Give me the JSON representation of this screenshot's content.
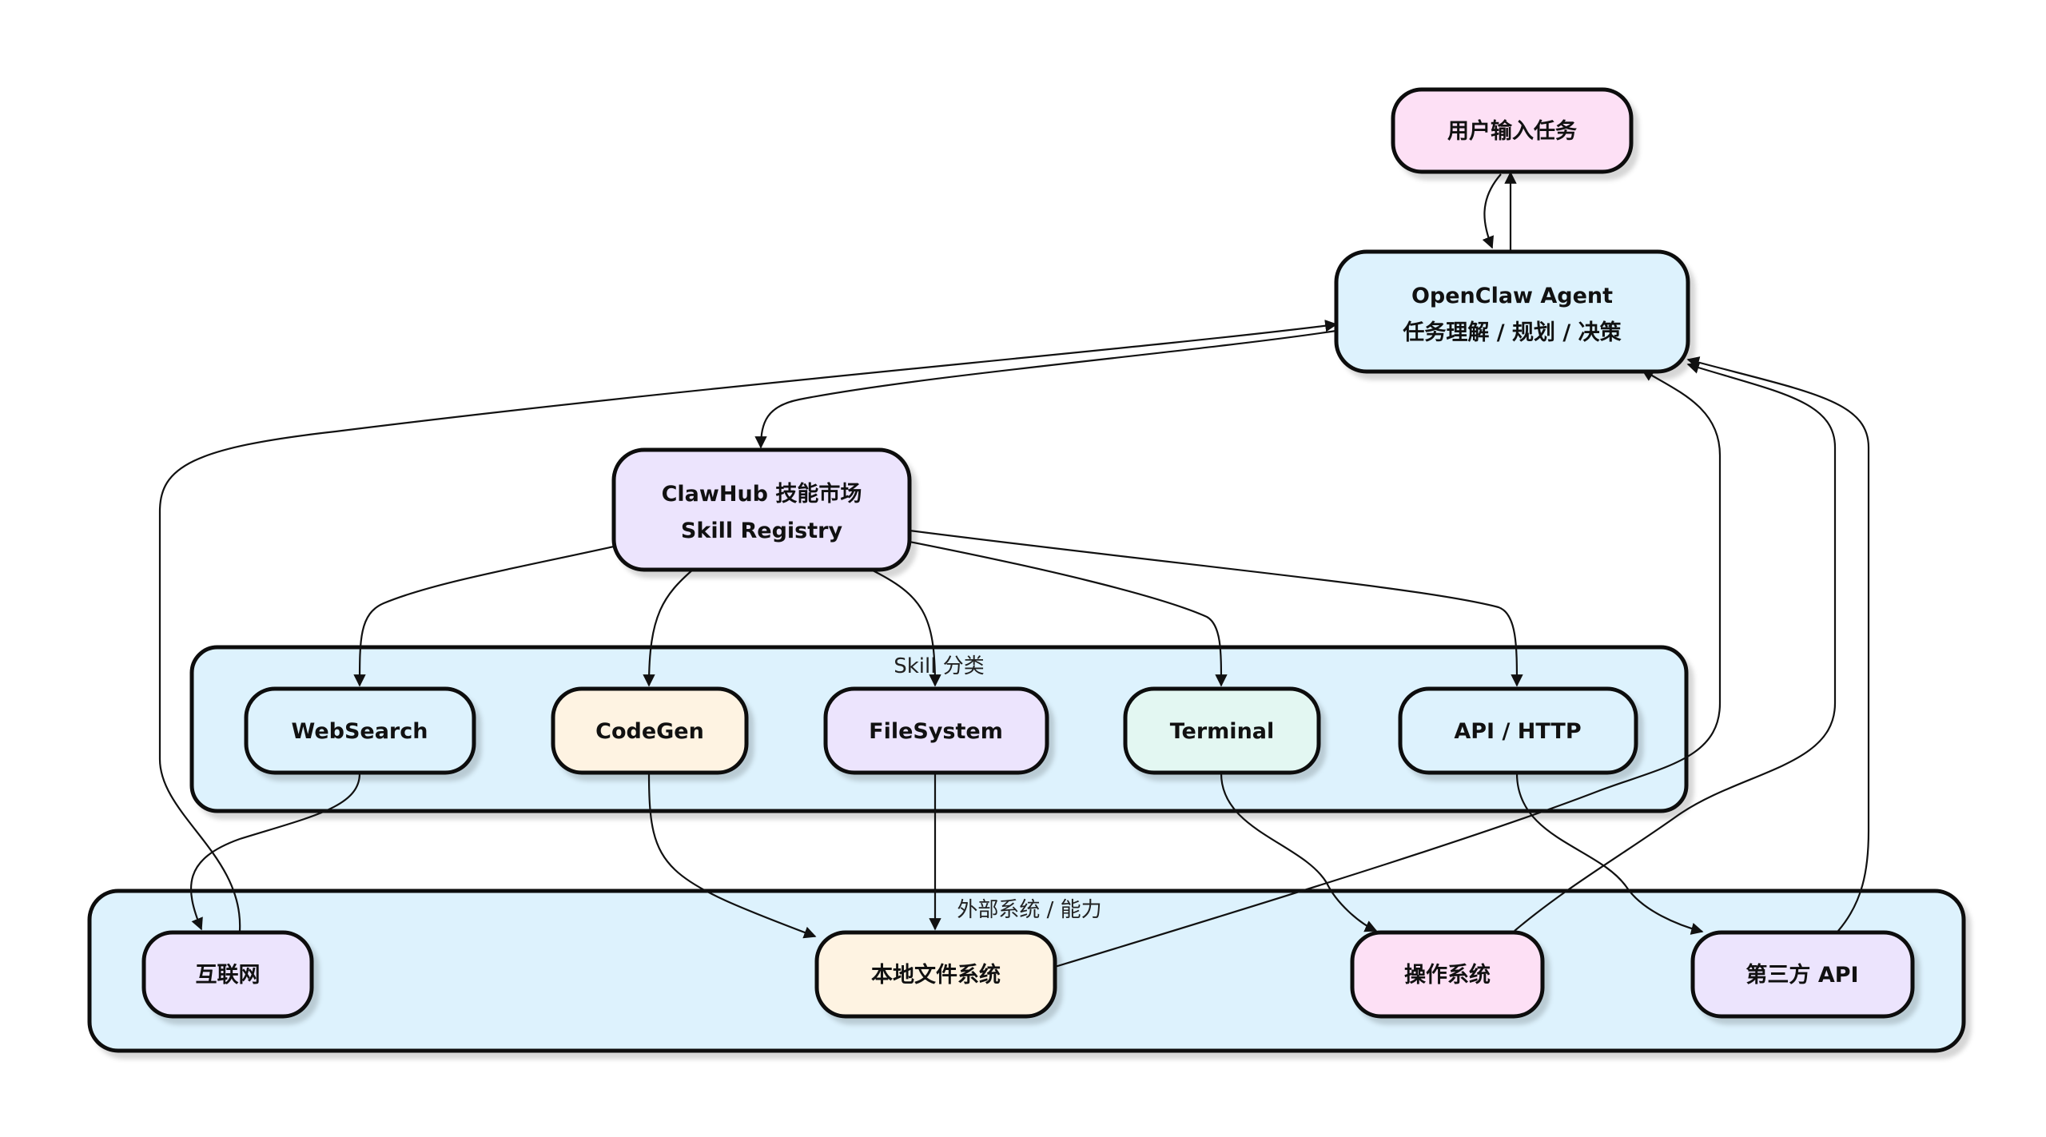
{
  "colors": {
    "pink": "#fde0f5",
    "blue": "#ddf2fd",
    "lavender": "#ece4fd",
    "cream": "#fef3e2",
    "mint": "#e3f7f2",
    "stroke": "#111111"
  },
  "groups": {
    "skills": {
      "label": "Skill 分类"
    },
    "external": {
      "label": "外部系统 / 能力"
    }
  },
  "nodes": {
    "user": {
      "label": "用户输入任务"
    },
    "agent": {
      "line1": "OpenClaw Agent",
      "line2": "任务理解 / 规划 / 决策"
    },
    "clawhub": {
      "line1": "ClawHub 技能市场",
      "line2": "Skill Registry"
    },
    "websearch": {
      "label": "WebSearch"
    },
    "codegen": {
      "label": "CodeGen"
    },
    "filesystem": {
      "label": "FileSystem"
    },
    "terminal": {
      "label": "Terminal"
    },
    "api": {
      "label": "API / HTTP"
    },
    "internet": {
      "label": "互联网"
    },
    "localfs": {
      "label": "本地文件系统"
    },
    "os": {
      "label": "操作系统"
    },
    "thirdparty": {
      "label": "第三方 API"
    }
  }
}
